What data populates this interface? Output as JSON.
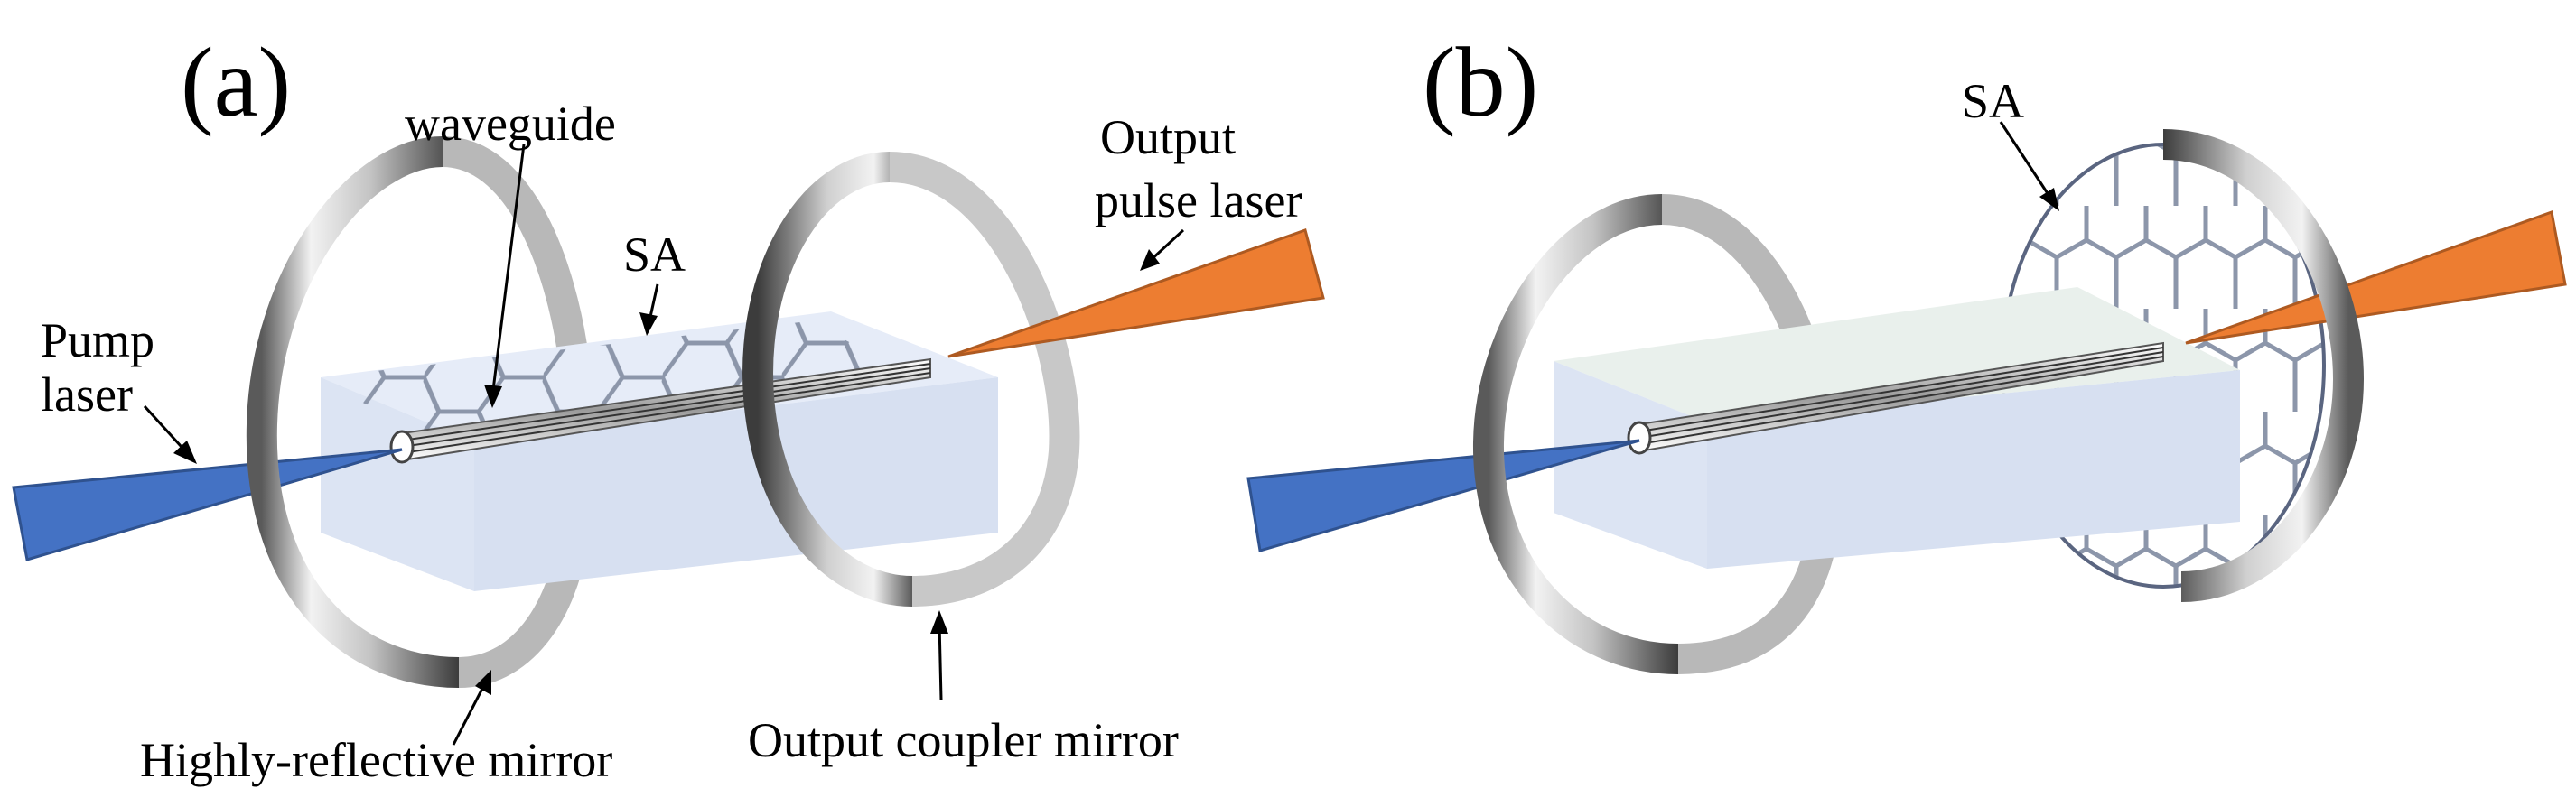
{
  "panels": {
    "a": {
      "label": "(a)",
      "annotations": {
        "waveguide": "waveguide",
        "sa": "SA",
        "pump_line1": "Pump",
        "pump_line2": "laser",
        "output_line1": "Output",
        "output_line2": "pulse laser",
        "hr_mirror": "Highly-reflective mirror",
        "oc_mirror": "Output coupler mirror"
      }
    },
    "b": {
      "label": "(b)",
      "annotations": {
        "sa": "SA"
      }
    }
  },
  "colors": {
    "pump_beam": "#4472c4",
    "output_beam": "#ed7d31",
    "crystal": "#dbe4f4",
    "crystal_top": "#e6ecf8",
    "mirror_ring": "#8a8a8a",
    "graphene": "#8c96aa"
  }
}
